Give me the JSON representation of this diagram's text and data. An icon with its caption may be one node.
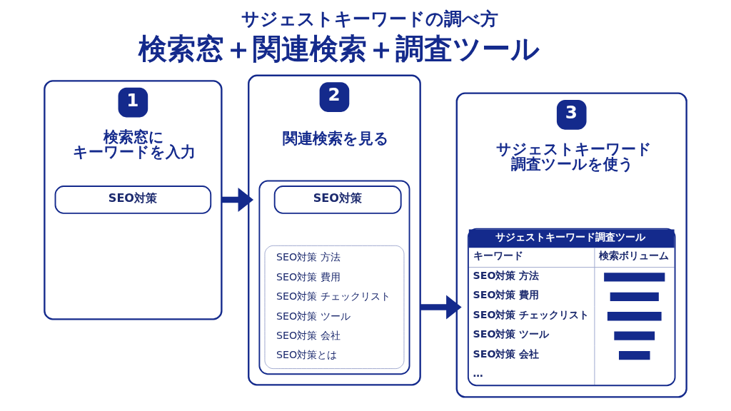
{
  "diagram": {
    "title": "サジェストキーワードの調べ方",
    "nodes": [
      {
        "text": [
          "1",
          "検索窓にキーワードを入力"
        ]
      },
      {
        "text": [
          "SEO対策"
        ],
        "in": 0
      },
      {
        "text": [
          "2",
          "関連検索を見る"
        ]
      },
      {
        "text": [],
        "shape": "box",
        "in": 2
      },
      {
        "text": [
          "SEO対策"
        ],
        "in": 3
      },
      {
        "text": [
          "SEO対策 方法",
          "SEO対策 費用",
          "SEO対策 チェックリスト",
          "SEO対策 ツール",
          "SEO対策 会社",
          "SEO対策とは"
        ],
        "in": 3
      },
      {
        "text": [
          "3",
          "サジェストキーワード調査ツールを使う"
        ]
      },
      {
        "text": [
          "サジェストキーワード調査ツール",
          "キーワード",
          "検索ボリューム",
          "SEO対策 方法",
          "SEO対策 費用",
          "SEO対策 チェックリスト",
          "SEO対策 ツール",
          "SEO対策 会社",
          "…"
        ],
        "in": 6
      }
    ],
    "edges": [
      {
        "from": 0,
        "to": 2,
        "arrow": "to"
      },
      {
        "from": 2,
        "to": 6,
        "arrow": "to"
      }
    ],
    "labels": [
      "検索窓＋関連検索＋調査ツール"
    ]
  }
}
